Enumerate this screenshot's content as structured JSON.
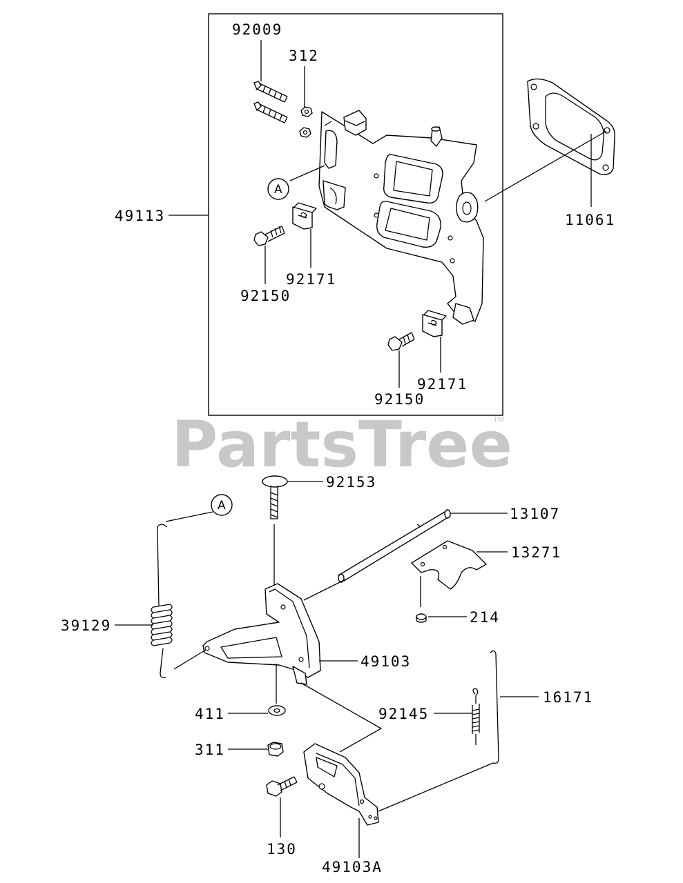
{
  "watermark": {
    "text": "PartsTree",
    "trademark": "TM"
  },
  "callout_letter": "A",
  "labels": {
    "p92009": "92009",
    "p312": "312",
    "p11061": "11061",
    "p49113": "49113",
    "p92171a": "92171",
    "p92150a": "92150",
    "p92171b": "92171",
    "p92150b": "92150",
    "p92153": "92153",
    "p13107": "13107",
    "p13271": "13271",
    "p39129": "39129",
    "p214": "214",
    "p49103": "49103",
    "p16171": "16171",
    "p411": "411",
    "p92145": "92145",
    "p311": "311",
    "p130": "130",
    "p49103A": "49103A"
  },
  "colors": {
    "line": "#000000",
    "watermark": "#c8c8c8",
    "background": "#ffffff"
  }
}
